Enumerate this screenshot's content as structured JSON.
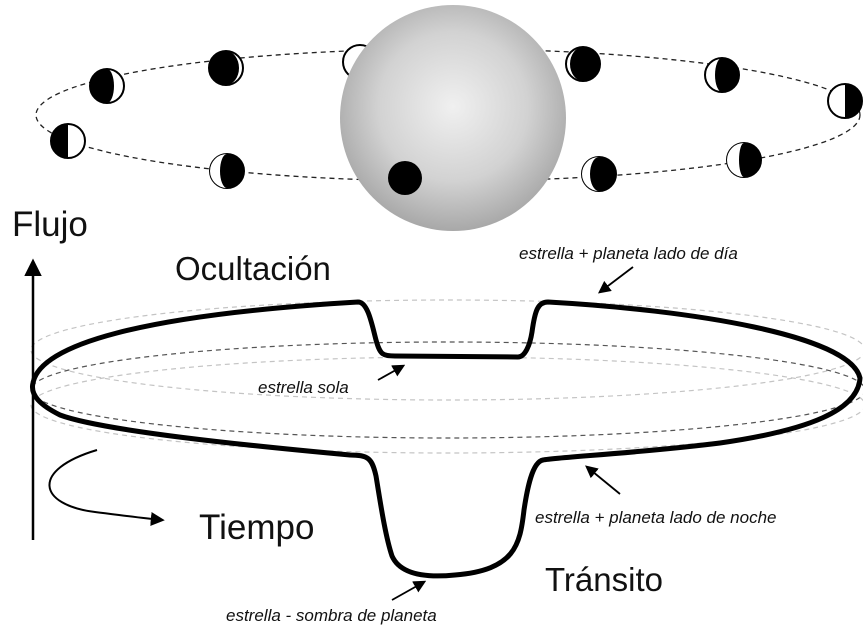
{
  "labels": {
    "flux": "Flujo",
    "time": "Tiempo",
    "occultation": "Ocultación",
    "transit": "Tránsito",
    "star_alone": "estrella sola",
    "star_dayside": "estrella + planeta lado de día",
    "star_nightside": "estrella + planeta lado de noche",
    "star_shadow": "estrella - sombra de planeta"
  },
  "colors": {
    "curve": "#000000",
    "star_center": "#f0f0f0",
    "star_edge": "#a8a8a8",
    "guide_light": "#c4c4c4",
    "guide_dark": "#555555"
  }
}
